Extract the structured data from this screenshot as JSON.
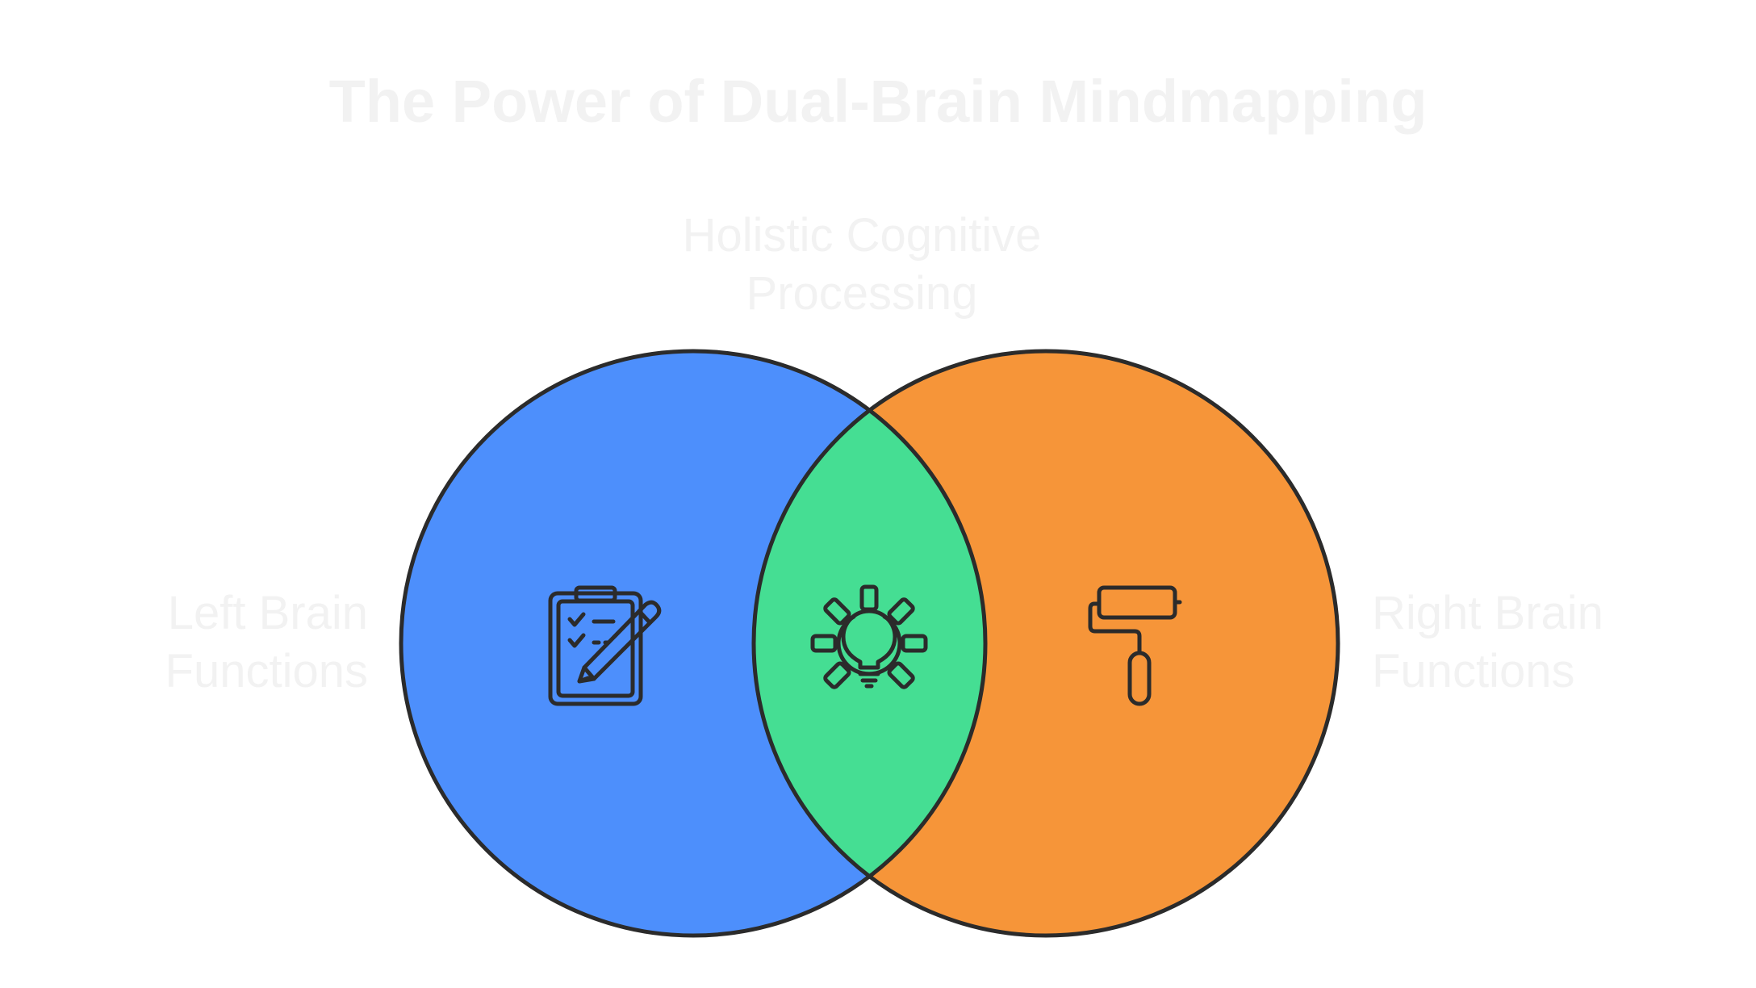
{
  "diagram": {
    "title": "The Power of Dual-Brain Mindmapping",
    "intersection": {
      "label_line1": "Holistic Cognitive",
      "label_line2": "Processing",
      "icon": "lightbulb-gear-icon",
      "color": "#45DE93"
    },
    "left_set": {
      "label_line1": "Left Brain",
      "label_line2": "Functions",
      "icon": "clipboard-checklist-pencil-icon",
      "color": "#4D8FFC"
    },
    "right_set": {
      "label_line1": "Right Brain",
      "label_line2": "Functions",
      "icon": "paint-roller-icon",
      "color": "#F69539"
    },
    "outline_color": "#2B2B2B",
    "text_color": "#F2F2F2"
  }
}
